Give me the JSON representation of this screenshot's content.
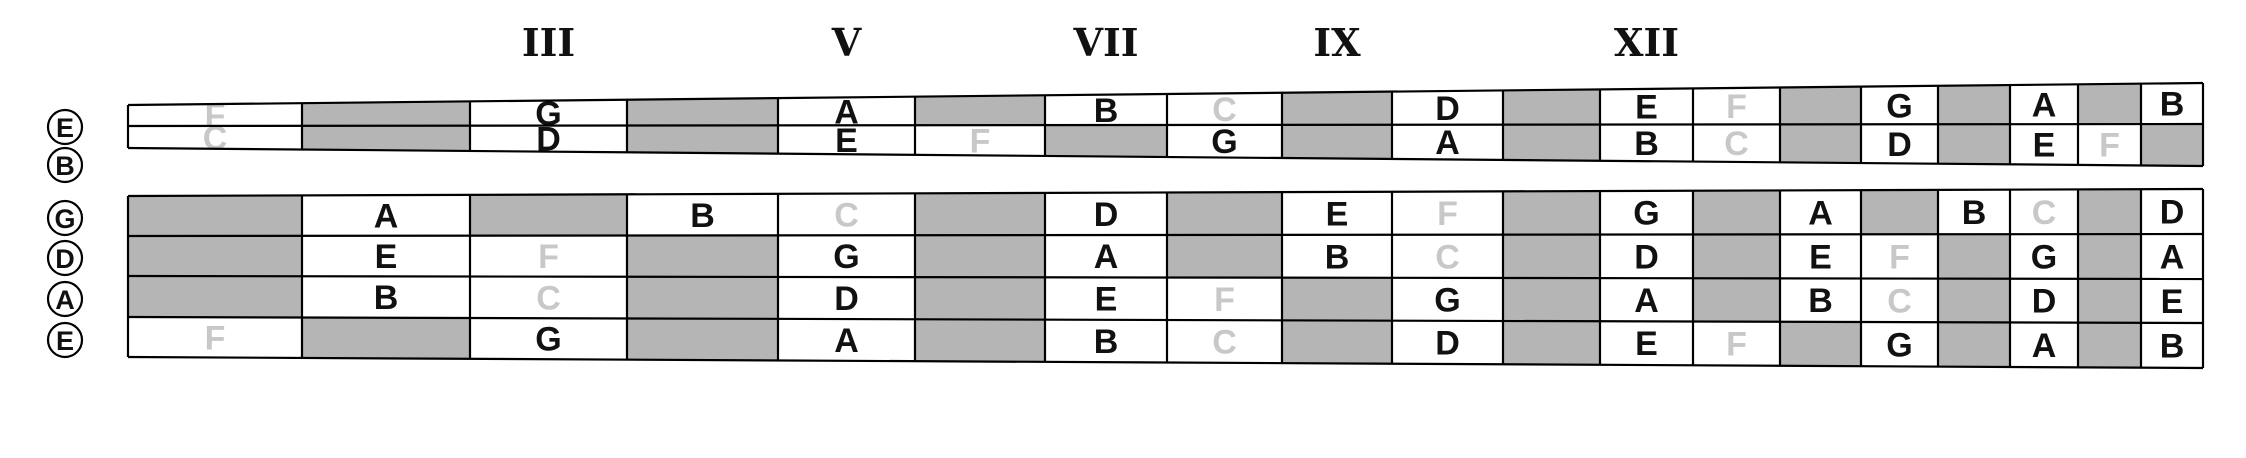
{
  "position_markers": [
    {
      "fret": 3,
      "label": "III"
    },
    {
      "fret": 5,
      "label": "V"
    },
    {
      "fret": 7,
      "label": "VII"
    },
    {
      "fret": 9,
      "label": "IX"
    },
    {
      "fret": 12,
      "label": "XII"
    }
  ],
  "panels": [
    {
      "strings": [
        {
          "label": "E",
          "notes": [
            {
              "fret": 1,
              "name": "F",
              "type": "half"
            },
            {
              "fret": 3,
              "name": "G",
              "type": "natural"
            },
            {
              "fret": 5,
              "name": "A",
              "type": "natural"
            },
            {
              "fret": 7,
              "name": "B",
              "type": "natural"
            },
            {
              "fret": 8,
              "name": "C",
              "type": "half"
            },
            {
              "fret": 10,
              "name": "D",
              "type": "natural"
            },
            {
              "fret": 12,
              "name": "E",
              "type": "natural"
            },
            {
              "fret": 13,
              "name": "F",
              "type": "half"
            },
            {
              "fret": 15,
              "name": "G",
              "type": "natural"
            },
            {
              "fret": 17,
              "name": "A",
              "type": "natural"
            },
            {
              "fret": 19,
              "name": "B",
              "type": "natural"
            }
          ]
        },
        {
          "label": "B",
          "notes": [
            {
              "fret": 1,
              "name": "C",
              "type": "half"
            },
            {
              "fret": 3,
              "name": "D",
              "type": "natural"
            },
            {
              "fret": 5,
              "name": "E",
              "type": "natural"
            },
            {
              "fret": 6,
              "name": "F",
              "type": "half"
            },
            {
              "fret": 8,
              "name": "G",
              "type": "natural"
            },
            {
              "fret": 10,
              "name": "A",
              "type": "natural"
            },
            {
              "fret": 12,
              "name": "B",
              "type": "natural"
            },
            {
              "fret": 13,
              "name": "C",
              "type": "half"
            },
            {
              "fret": 15,
              "name": "D",
              "type": "natural"
            },
            {
              "fret": 17,
              "name": "E",
              "type": "natural"
            },
            {
              "fret": 18,
              "name": "F",
              "type": "half"
            }
          ]
        }
      ]
    },
    {
      "strings": [
        {
          "label": "G",
          "notes": [
            {
              "fret": 2,
              "name": "A",
              "type": "natural"
            },
            {
              "fret": 4,
              "name": "B",
              "type": "natural"
            },
            {
              "fret": 5,
              "name": "C",
              "type": "half"
            },
            {
              "fret": 7,
              "name": "D",
              "type": "natural"
            },
            {
              "fret": 9,
              "name": "E",
              "type": "natural"
            },
            {
              "fret": 10,
              "name": "F",
              "type": "half"
            },
            {
              "fret": 12,
              "name": "G",
              "type": "natural"
            },
            {
              "fret": 14,
              "name": "A",
              "type": "natural"
            },
            {
              "fret": 16,
              "name": "B",
              "type": "natural"
            },
            {
              "fret": 17,
              "name": "C",
              "type": "half"
            },
            {
              "fret": 19,
              "name": "D",
              "type": "natural"
            }
          ]
        },
        {
          "label": "D",
          "notes": [
            {
              "fret": 2,
              "name": "E",
              "type": "natural"
            },
            {
              "fret": 3,
              "name": "F",
              "type": "half"
            },
            {
              "fret": 5,
              "name": "G",
              "type": "natural"
            },
            {
              "fret": 7,
              "name": "A",
              "type": "natural"
            },
            {
              "fret": 9,
              "name": "B",
              "type": "natural"
            },
            {
              "fret": 10,
              "name": "C",
              "type": "half"
            },
            {
              "fret": 12,
              "name": "D",
              "type": "natural"
            },
            {
              "fret": 14,
              "name": "E",
              "type": "natural"
            },
            {
              "fret": 15,
              "name": "F",
              "type": "half"
            },
            {
              "fret": 17,
              "name": "G",
              "type": "natural"
            },
            {
              "fret": 19,
              "name": "A",
              "type": "natural"
            }
          ]
        },
        {
          "label": "A",
          "notes": [
            {
              "fret": 2,
              "name": "B",
              "type": "natural"
            },
            {
              "fret": 3,
              "name": "C",
              "type": "half"
            },
            {
              "fret": 5,
              "name": "D",
              "type": "natural"
            },
            {
              "fret": 7,
              "name": "E",
              "type": "natural"
            },
            {
              "fret": 8,
              "name": "F",
              "type": "half"
            },
            {
              "fret": 10,
              "name": "G",
              "type": "natural"
            },
            {
              "fret": 12,
              "name": "A",
              "type": "natural"
            },
            {
              "fret": 14,
              "name": "B",
              "type": "natural"
            },
            {
              "fret": 15,
              "name": "C",
              "type": "half"
            },
            {
              "fret": 17,
              "name": "D",
              "type": "natural"
            },
            {
              "fret": 19,
              "name": "E",
              "type": "natural"
            }
          ]
        },
        {
          "label": "E",
          "notes": [
            {
              "fret": 1,
              "name": "F",
              "type": "half"
            },
            {
              "fret": 3,
              "name": "G",
              "type": "natural"
            },
            {
              "fret": 5,
              "name": "A",
              "type": "natural"
            },
            {
              "fret": 7,
              "name": "B",
              "type": "natural"
            },
            {
              "fret": 8,
              "name": "C",
              "type": "half"
            },
            {
              "fret": 10,
              "name": "D",
              "type": "natural"
            },
            {
              "fret": 12,
              "name": "E",
              "type": "natural"
            },
            {
              "fret": 13,
              "name": "F",
              "type": "half"
            },
            {
              "fret": 15,
              "name": "G",
              "type": "natural"
            },
            {
              "fret": 17,
              "name": "A",
              "type": "natural"
            },
            {
              "fret": 19,
              "name": "B",
              "type": "natural"
            }
          ]
        }
      ]
    }
  ],
  "colors": {
    "natural_text": "#111111",
    "half_text": "#c8c8c8",
    "empty_fill": "#b5b5b5",
    "note_fill": "#ffffff",
    "outline": "#000000"
  }
}
